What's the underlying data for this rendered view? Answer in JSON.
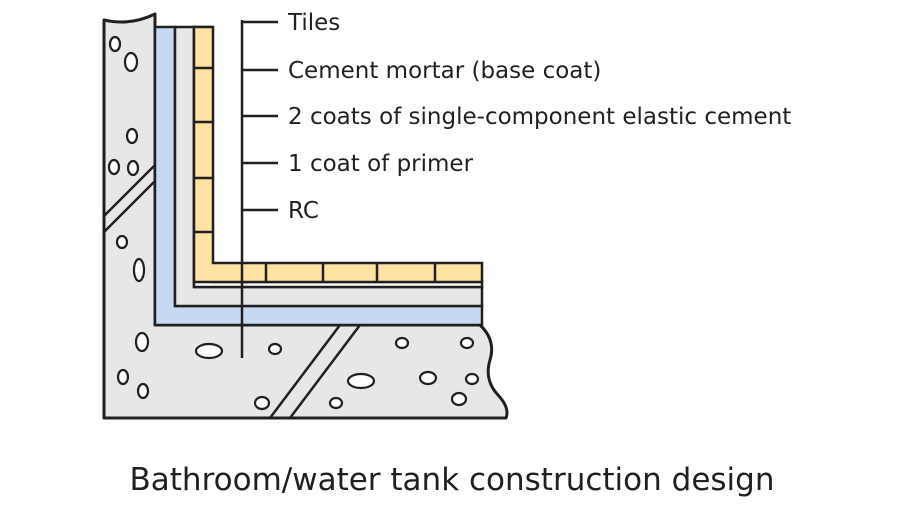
{
  "diagram": {
    "labels": {
      "tiles": "Tiles",
      "cement_mortar": "Cement mortar (base coat)",
      "elastic_cement": "2 coats of single-component elastic cement",
      "primer": "1 coat of primer",
      "rc": "RC"
    },
    "caption": "Bathroom/water tank construction design",
    "colors": {
      "concrete": "#e6e7e8",
      "primer": "#c5daf2",
      "elastic_cement": "#e6e7e8",
      "mortar": "#ffffff",
      "tiles": "#fde2a2",
      "outline": "#231f20"
    }
  }
}
